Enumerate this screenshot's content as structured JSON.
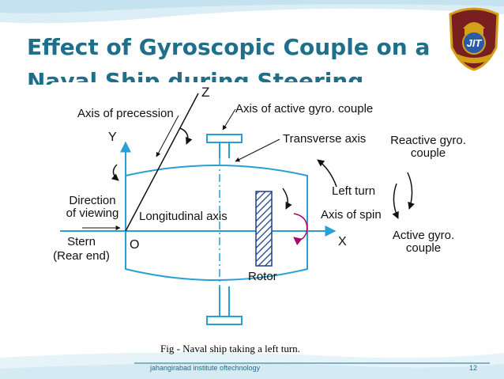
{
  "slide": {
    "title_line1": "Effect of Gyroscopic Couple on a",
    "title_line2": "Naval Ship during Steering",
    "caption": "Fig - Naval ship taking a left turn.",
    "footer": "jahangirabad institute oftechnology",
    "page_number": "12",
    "logo_text": "JIT",
    "accent_color": "#1f6f8b",
    "diagram_line_color": "#2a9fd6",
    "logo_colors": [
      "#7a1f1f",
      "#d4a017"
    ]
  },
  "diagram": {
    "label_z": "Z",
    "label_y": "Y",
    "label_x": "X",
    "label_o": "O",
    "axis_of_precession": "Axis of precession",
    "axis_active_gyro_couple": "Axis of active gyro. couple",
    "transverse_axis": "Transverse axis",
    "reactive_gyro_couple_line1": "Reactive gyro.",
    "reactive_gyro_couple_line2": "couple",
    "direction_of_viewing_line1": "Direction",
    "direction_of_viewing_line2": "of viewing",
    "longitudinal_axis": "Longitudinal axis",
    "left_turn": "Left turn",
    "axis_of_spin": "Axis of spin",
    "stern_line1": "Stern",
    "stern_line2": "(Rear end)",
    "active_gyro_couple_line1": "Active gyro.",
    "active_gyro_couple_line2": "couple",
    "rotor": "Rotor"
  }
}
